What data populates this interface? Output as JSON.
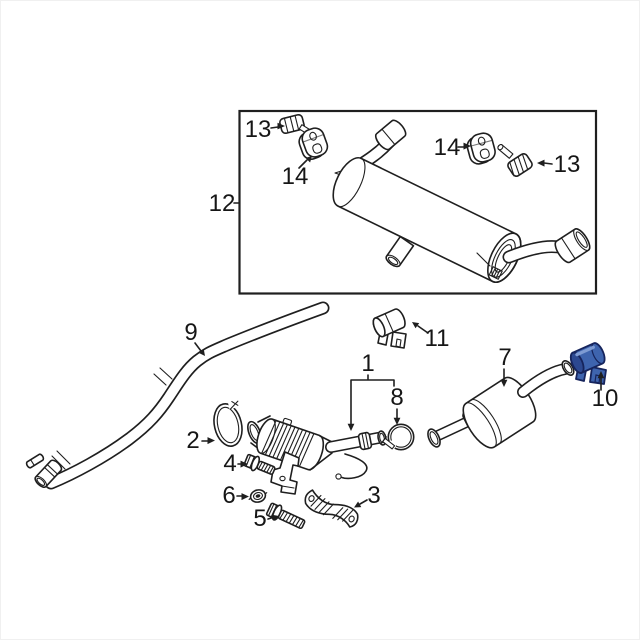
{
  "page": {
    "background": "#ffffff",
    "border_color": "#f0f0f0"
  },
  "diagram": {
    "type": "exploded-parts-diagram",
    "subject": "vehicle-exhaust-system",
    "line_color": "#1f1f1f",
    "highlight_color": "#3e64ae",
    "highlight_shadow": "#2c4890",
    "highlight_outline": "#16245c",
    "highlighted_callout": "10",
    "callouts": {
      "c1": "1",
      "c2": "2",
      "c3": "3",
      "c4": "4",
      "c5": "5",
      "c6": "6",
      "c7": "7",
      "c8": "8",
      "c9": "9",
      "c10": "10",
      "c11": "11",
      "c12": "12",
      "c13a": "13",
      "c13b": "13",
      "c14a": "14",
      "c14b": "14"
    }
  }
}
